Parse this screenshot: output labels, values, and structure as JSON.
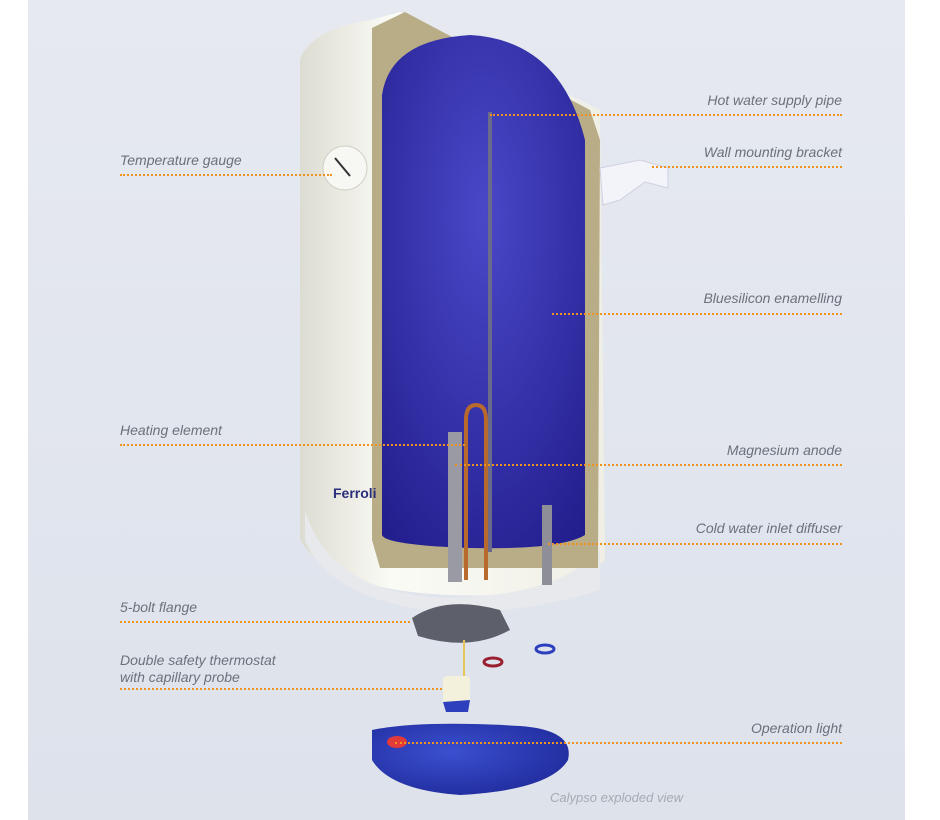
{
  "labels": {
    "temperature_gauge": "Temperature gauge",
    "hot_water_supply_pipe": "Hot water supply pipe",
    "wall_mounting_bracket": "Wall mounting bracket",
    "bluesilicon_enamelling": "Bluesilicon enamelling",
    "heating_element": "Heating element",
    "magnesium_anode": "Magnesium anode",
    "cold_water_inlet_diffuser": "Cold water inlet diffuser",
    "five_bolt_flange": "5-bolt flange",
    "thermostat_line1": "Double safety thermostat",
    "thermostat_line2": "with capillary probe",
    "operation_light": "Operation light"
  },
  "caption": "Calypso exploded view",
  "brand_logo": "Ferroli",
  "colors": {
    "leader": "#f0921e",
    "tank_blue": "#2f2aa8",
    "insulation": "#b7ab86",
    "label_text": "#6c7079"
  }
}
